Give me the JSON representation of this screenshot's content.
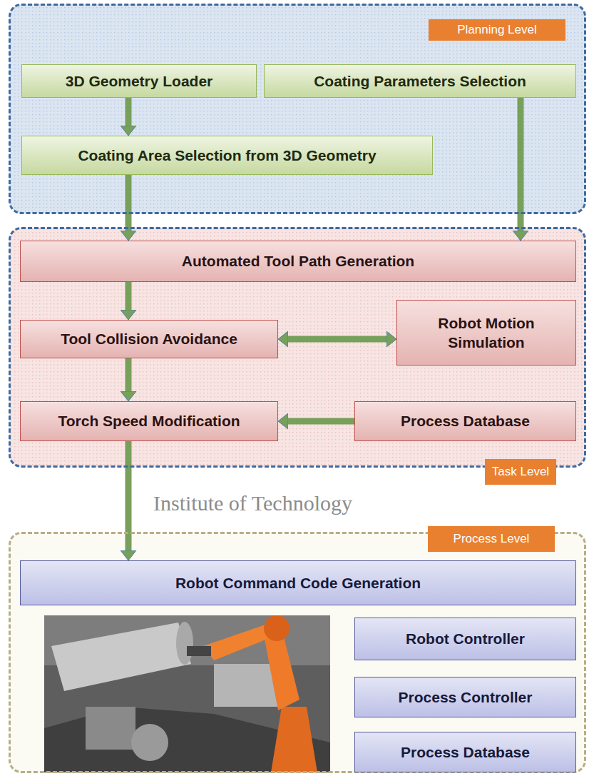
{
  "diagram": {
    "nodes": [
      {
        "text": [
          "Planning Level"
        ]
      },
      {
        "text": [
          "3D Geometry Loader"
        ],
        "in": 0
      },
      {
        "text": [
          "Coating Parameters Selection"
        ],
        "in": 0
      },
      {
        "text": [
          "Coating Area Selection from 3D Geometry"
        ],
        "in": 0
      },
      {
        "text": [
          "Task Level"
        ]
      },
      {
        "text": [
          "Automated Tool Path Generation"
        ],
        "in": 4
      },
      {
        "text": [
          "Tool Collision Avoidance"
        ],
        "in": 4
      },
      {
        "text": [
          "Robot Motion Simulation"
        ],
        "in": 4
      },
      {
        "text": [
          "Torch Speed Modification"
        ],
        "in": 4
      },
      {
        "text": [
          "Process Database"
        ],
        "in": 4
      },
      {
        "text": [
          "Process Level"
        ]
      },
      {
        "text": [
          "Robot Command Code Generation"
        ],
        "in": 10
      },
      {
        "text": [
          "Robot Controller"
        ],
        "in": 10
      },
      {
        "text": [
          "Process Controller"
        ],
        "in": 10
      },
      {
        "text": [
          "Process Database"
        ],
        "in": 10
      }
    ],
    "edges": [
      {
        "from": 1,
        "to": 3,
        "arrow": "to"
      },
      {
        "from": 3,
        "to": 5,
        "arrow": "to"
      },
      {
        "from": 2,
        "to": 5,
        "arrow": "to"
      },
      {
        "from": 5,
        "to": 6,
        "arrow": "to"
      },
      {
        "from": 6,
        "to": 7,
        "arrow": "both"
      },
      {
        "from": 6,
        "to": 8,
        "arrow": "to"
      },
      {
        "from": 9,
        "to": 8,
        "arrow": "to"
      },
      {
        "from": 8,
        "to": 11,
        "arrow": "to"
      }
    ],
    "labels": [
      "Institute of Technology"
    ]
  }
}
